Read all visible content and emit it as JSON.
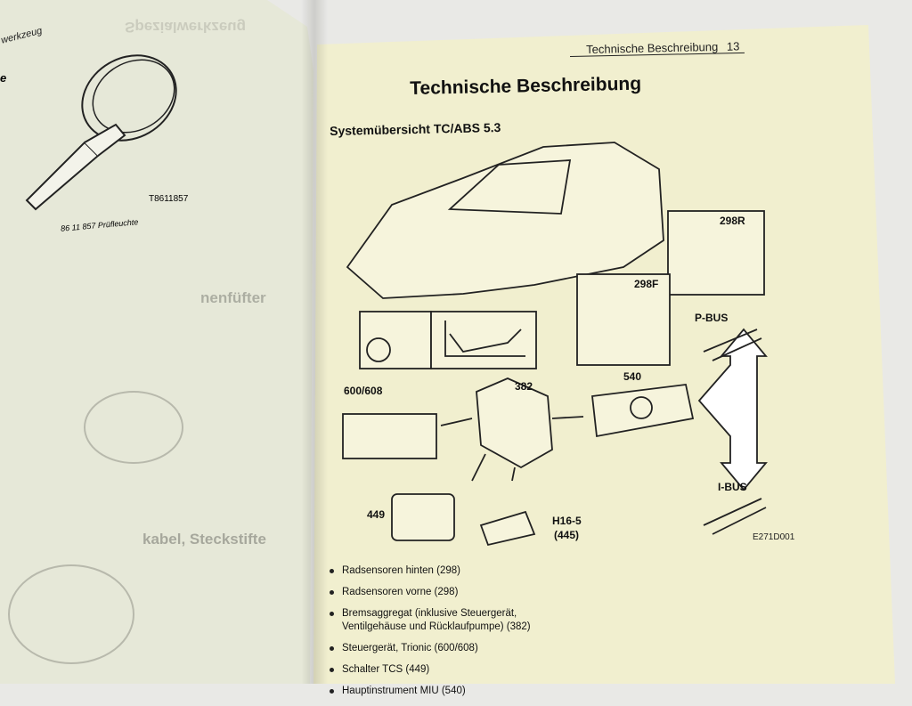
{
  "left_page": {
    "running_head": "werkzeug",
    "heading_fragment": "e",
    "tool_code": "T8611857",
    "tool_caption": "86 11 857 Prüfleuchte",
    "bleed_through": [
      "Spezialwerkzeug",
      "nenfüfter",
      "kabel, Steckstifte"
    ]
  },
  "right_page": {
    "running_head": "Technische Beschreibung",
    "page_number": "13",
    "title": "Technische Beschreibung",
    "section_title": "Systemübersicht TC/ABS 5.3",
    "diagram": {
      "labels": {
        "rear_sensor": "298R",
        "front_sensor": "298F",
        "pbus": "P-BUS",
        "ibus": "I-BUS",
        "instrument": "540",
        "ecu": "600/608",
        "brake_unit": "382",
        "switch": "449",
        "connector": "H16-5",
        "connector_sub": "(445)",
        "figure_code": "E271D001"
      }
    },
    "components": [
      "Radsensoren hinten (298)",
      "Radsensoren vorne (298)",
      "Bremsaggregat (inklusive Steuergerät, Ventilgehäuse und Rücklaufpumpe) (382)",
      "Steuergerät, Trionic (600/608)",
      "Schalter TCS (449)",
      "Hauptinstrument MIU (540)"
    ]
  }
}
